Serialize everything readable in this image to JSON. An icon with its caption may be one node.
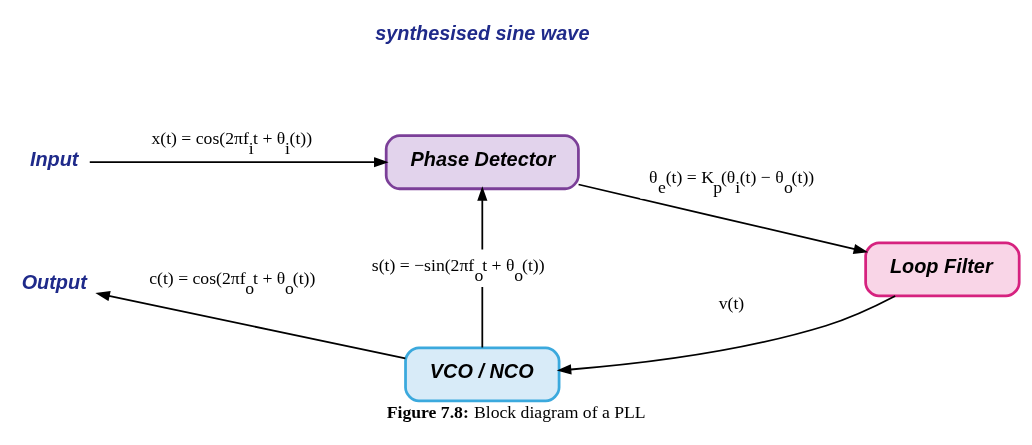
{
  "diagram": {
    "caption": "**Figure 7.8:** Block diagram of a PLL",
    "nodes": [
      {
        "text": [
          "Input"
        ]
      },
      {
        "text": [
          "Phase Detector"
        ]
      },
      {
        "text": [
          "Loop Filter"
        ]
      },
      {
        "text": [
          "VCO / NCO"
        ]
      },
      {
        "text": [
          "Output"
        ]
      }
    ],
    "edges": [
      {
        "from": 0,
        "to": 1,
        "arrow": "to",
        "label": "x(t) = cos(2πf$_{i}$t + θ$_{i}$(t))"
      },
      {
        "from": 1,
        "to": 2,
        "arrow": "to",
        "label": "θ$_{e}$(t) = K$_{p}$(θ$_{i}$(t) − θ$_{o}$(t))"
      },
      {
        "from": 2,
        "to": 3,
        "arrow": "to",
        "label": "v(t)"
      },
      {
        "from": 3,
        "to": 1,
        "arrow": "to",
        "label": "s(t) = −sin(2πf$_{o}$t + θ$_{o}$(t))"
      },
      {
        "from": 3,
        "to": 4,
        "arrow": "to",
        "label": "c(t) = cos(2πf$_{o}$t + θ$_{o}$(t))"
      }
    ],
    "labels": [
      "synthesised sine wave"
    ]
  }
}
